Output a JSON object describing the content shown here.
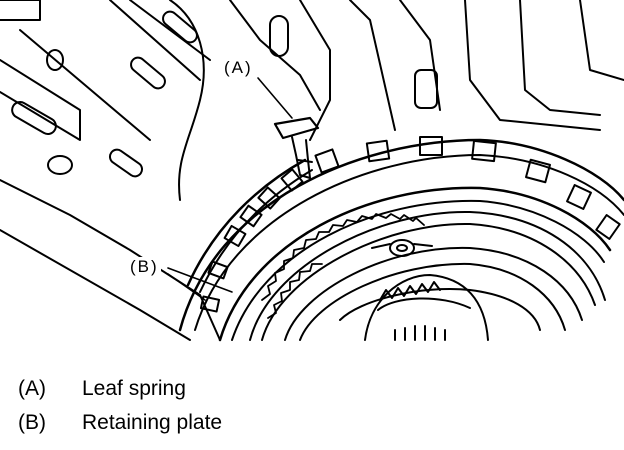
{
  "diagram": {
    "callouts": [
      {
        "id": "a",
        "label": "(A)"
      },
      {
        "id": "b",
        "label": "(B)"
      }
    ],
    "legend": [
      {
        "key": "(A)",
        "text": "Leaf spring"
      },
      {
        "key": "(B)",
        "text": "Retaining plate"
      }
    ],
    "colors": {
      "ink": "#000000",
      "paper": "#ffffff"
    }
  }
}
